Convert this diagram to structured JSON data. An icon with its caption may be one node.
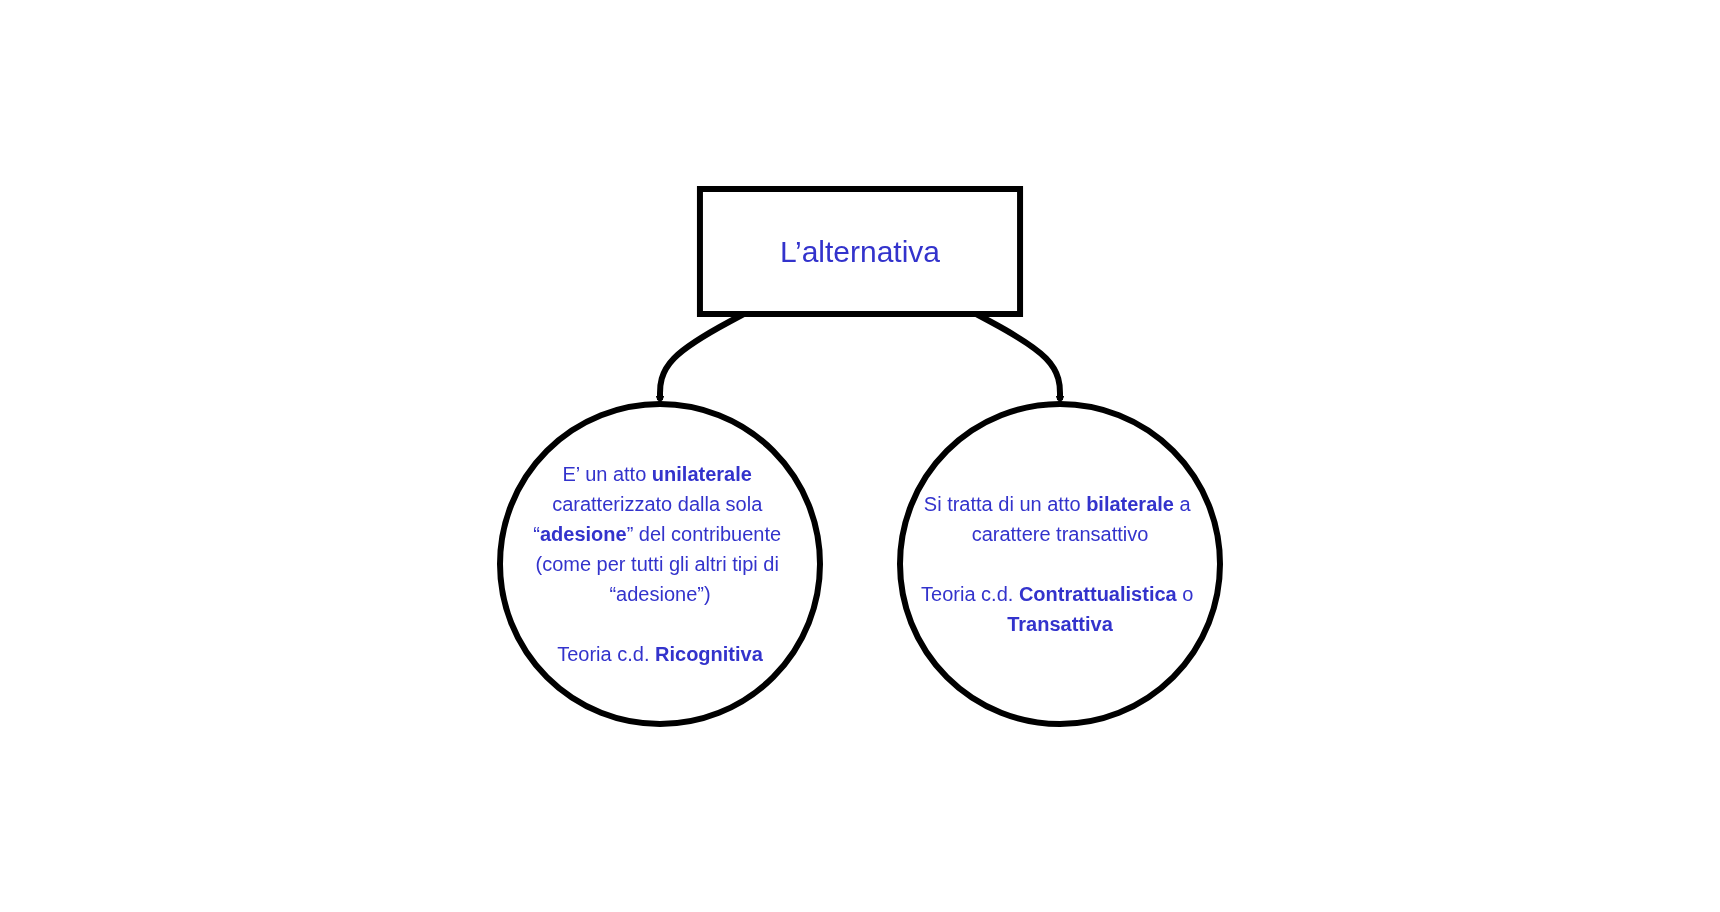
{
  "diagram": {
    "nodes": [
      {
        "text": [
          "L’alternativa"
        ]
      },
      {
        "text": [
          "E’ un atto **unilaterale** caratterizzato dalla sola “**adesione**” del contribuente (come per tutti gli altri tipi di “adesione”)",
          "Teoria c.d. **Ricognitiva**"
        ]
      },
      {
        "text": [
          "Si tratta di un atto **bilaterale** a carattere transattivo",
          "Teoria c.d. **Contrattualistica** o **Transattiva**"
        ]
      }
    ],
    "edges": [
      {
        "from": 0,
        "to": 1,
        "arrow": "to"
      },
      {
        "from": 0,
        "to": 2,
        "arrow": "to"
      }
    ]
  }
}
